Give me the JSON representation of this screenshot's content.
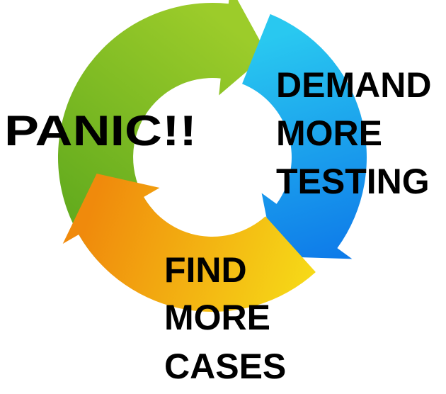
{
  "diagram": {
    "type": "cycle",
    "nodes": [
      {
        "id": "panic",
        "lines": [
          "PANIC!!"
        ]
      },
      {
        "id": "demand",
        "lines": [
          "DEMAND",
          "MORE",
          "TESTING"
        ]
      },
      {
        "id": "find",
        "lines": [
          "FIND",
          "MORE",
          "CASES"
        ]
      }
    ],
    "edges": [
      {
        "from": "panic",
        "to": "demand"
      },
      {
        "from": "demand",
        "to": "find"
      },
      {
        "from": "find",
        "to": "panic"
      }
    ]
  },
  "colors": {
    "green_dark": "#5aa61c",
    "green_light": "#9ccc2a",
    "cyan": "#29c8f0",
    "blue": "#0a6fe8",
    "yellow": "#f6dc18",
    "orange": "#f08a0c",
    "text": "#000000",
    "background": "#ffffff"
  }
}
